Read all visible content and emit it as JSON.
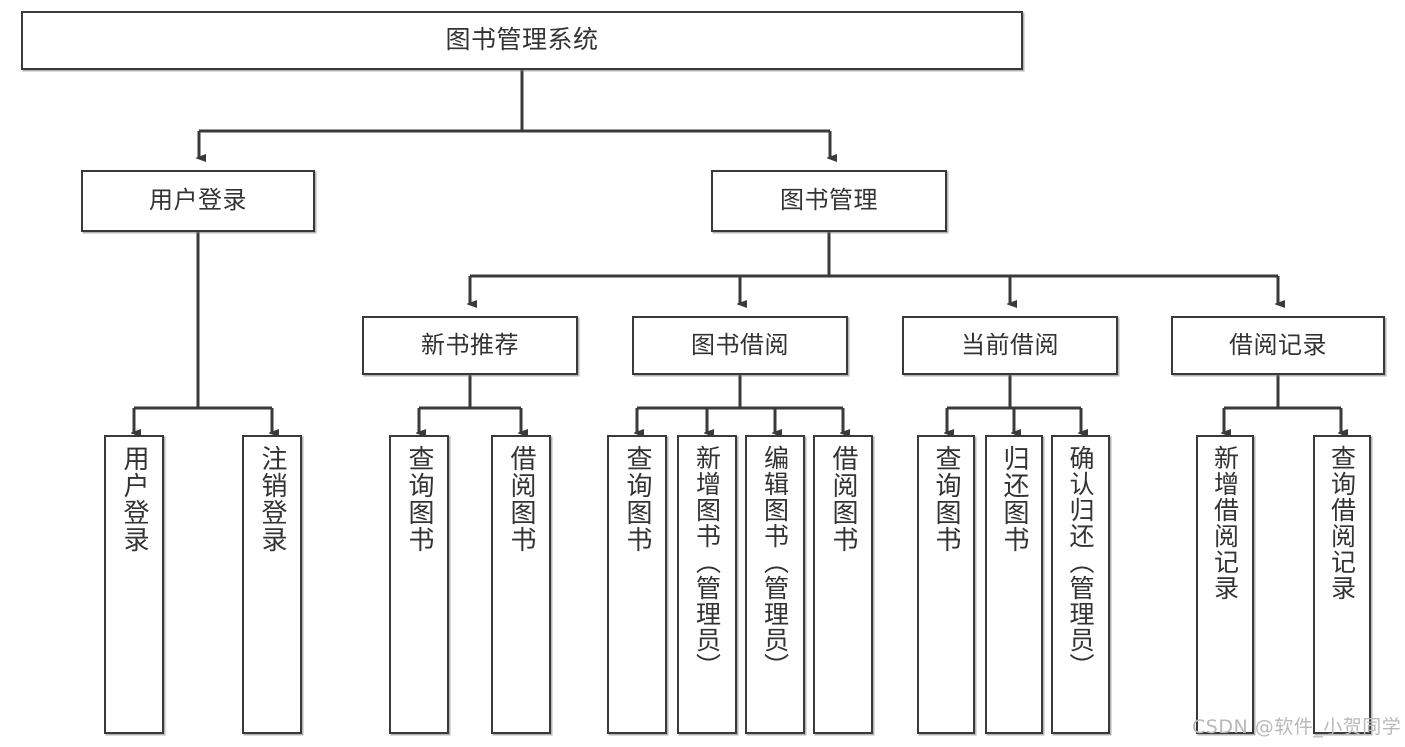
{
  "diagram": {
    "type": "tree",
    "title": "图书管理系统",
    "watermark": "CSDN @软件_小贺同学",
    "colors": {
      "box_border": "#3a3a3a",
      "box_fill": "#ffffff",
      "connector": "#3a3a3a",
      "text": "#333333",
      "watermark": "#b9b9b9"
    },
    "nodes": {
      "root": {
        "label": "图书管理系统"
      },
      "level2": [
        {
          "label": "用户登录"
        },
        {
          "label": "图书管理"
        }
      ],
      "level3": [
        {
          "label": "新书推荐"
        },
        {
          "label": "图书借阅"
        },
        {
          "label": "当前借阅"
        },
        {
          "label": "借阅记录"
        }
      ],
      "leaves": {
        "user_login": [
          {
            "label": "用户登录"
          },
          {
            "label": "注销登录"
          }
        ],
        "new_book_recommend": [
          {
            "label": "查询图书"
          },
          {
            "label": "借阅图书"
          }
        ],
        "book_borrow": [
          {
            "label": "查询图书"
          },
          {
            "label": "新增图书（管理员）"
          },
          {
            "label": "编辑图书（管理员）"
          },
          {
            "label": "借阅图书"
          }
        ],
        "current_borrow": [
          {
            "label": "查询图书"
          },
          {
            "label": "归还图书"
          },
          {
            "label": "确认归还（管理员）"
          }
        ],
        "borrow_record": [
          {
            "label": "新增借阅记录"
          },
          {
            "label": "查询借阅记录"
          }
        ]
      }
    }
  }
}
